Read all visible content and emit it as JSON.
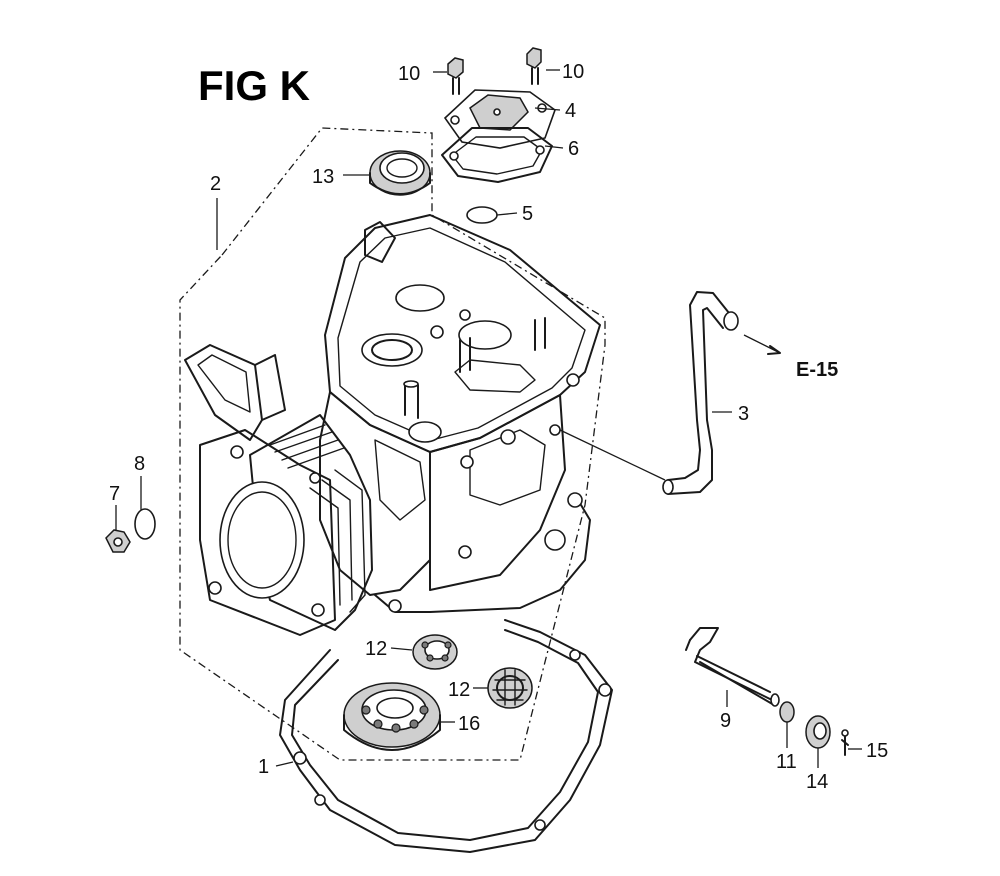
{
  "title": "FIG K",
  "reference": "E-15",
  "callouts": {
    "c1": "1",
    "c2": "2",
    "c3": "3",
    "c4": "4",
    "c5": "5",
    "c6": "6",
    "c7": "7",
    "c8": "8",
    "c9": "9",
    "c10a": "10",
    "c10b": "10",
    "c11": "11",
    "c12a": "12",
    "c12b": "12",
    "c13": "13",
    "c14": "14",
    "c15": "15",
    "c16": "16"
  }
}
